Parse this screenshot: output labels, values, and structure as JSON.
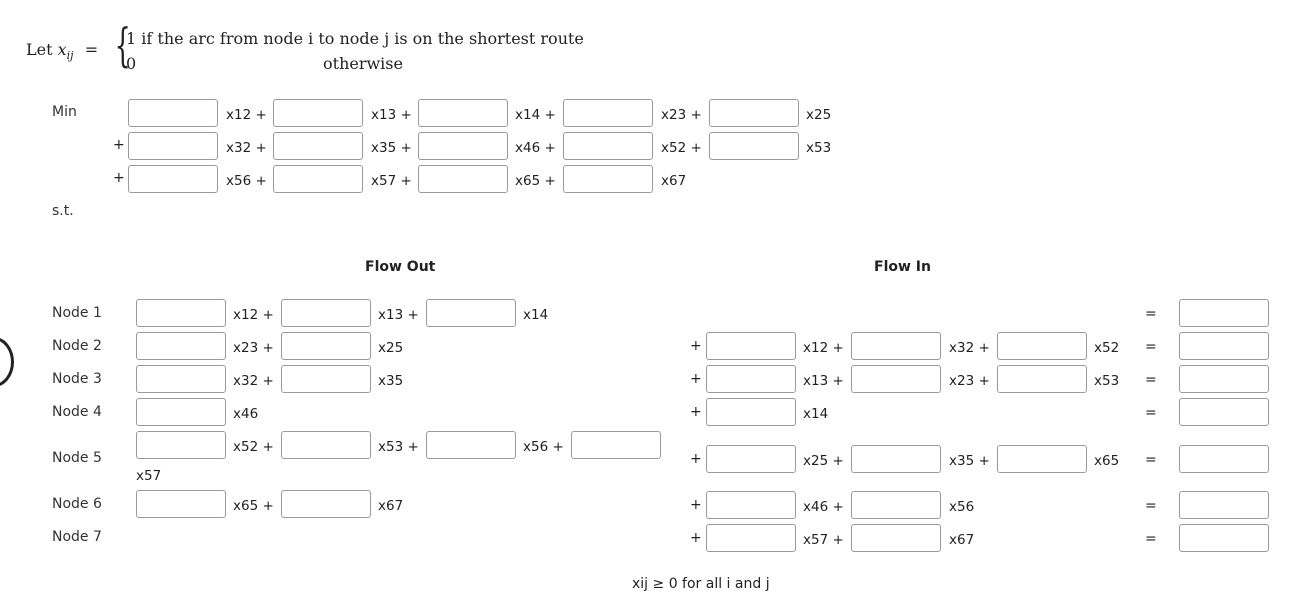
{
  "definition": {
    "lead": "Let",
    "symbol": "x",
    "sub": "ij",
    "equals": "=",
    "case1_value": "1",
    "case1_text": "if the arc from node i to node j is on the shortest route",
    "case2_value": "0",
    "case2_text": "otherwise"
  },
  "objective": {
    "min_label": "Min",
    "plus": "+",
    "st_label": "s.t.",
    "row1_vars": [
      "x12 +",
      "x13 +",
      "x14 +",
      "x23 +",
      "x25"
    ],
    "row2_vars": [
      "x32 +",
      "x35 +",
      "x46 +",
      "x52 +",
      "x53"
    ],
    "row3_vars": [
      "x56 +",
      "x57 +",
      "x65 +",
      "x67"
    ]
  },
  "headers": {
    "flow_out": "Flow Out",
    "flow_in": "Flow In"
  },
  "nodes": [
    "Node 1",
    "Node 2",
    "Node 3",
    "Node 4",
    "Node 5",
    "Node 6",
    "Node 7"
  ],
  "flow_out": {
    "n1": [
      "x12 +",
      "x13 +",
      "x14"
    ],
    "n2": [
      "x23 +",
      "x25"
    ],
    "n3": [
      "x32 +",
      "x35"
    ],
    "n4": [
      "x46"
    ],
    "n5": [
      "x52 +",
      "x53 +",
      "x56 +",
      "x57"
    ],
    "n6": [
      "x65 +",
      "x67"
    ]
  },
  "flow_in": {
    "plus": "+",
    "n2": [
      "x12 +",
      "x32 +",
      "x52"
    ],
    "n3": [
      "x13 +",
      "x23 +",
      "x53"
    ],
    "n4": [
      "x14"
    ],
    "n5": [
      "x25 +",
      "x35 +",
      "x65"
    ],
    "n6": [
      "x46 +",
      "x56"
    ],
    "n7": [
      "x57 +",
      "x67"
    ]
  },
  "equals_sign": "=",
  "footer": "xij ≥ 0 for all i and j"
}
